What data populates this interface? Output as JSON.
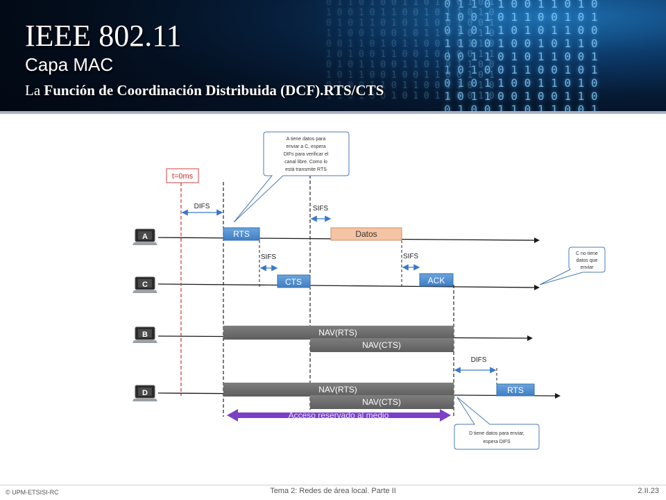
{
  "header": {
    "title": "IEEE 802.11",
    "subtitle": "Capa MAC",
    "section_prefix": "La",
    "section_bold": "Función de Coordinación Distribuida (DCF).RTS/CTS"
  },
  "diagram": {
    "stations": [
      {
        "label": "A"
      },
      {
        "label": "C"
      },
      {
        "label": "B"
      },
      {
        "label": "D"
      }
    ],
    "t0_label": "t=0ms",
    "frames": {
      "rts_a": "RTS",
      "datos": "Datos",
      "cts": "CTS",
      "ack": "ACK",
      "nav_rts_b": "NAV(RTS)",
      "nav_cts_b": "NAV(CTS)",
      "nav_rts_d": "NAV(RTS)",
      "nav_cts_d": "NAV(CTS)",
      "rts_d": "RTS"
    },
    "intervals": {
      "difs_a": "DIFS",
      "sifs_a": "SIFS",
      "sifs_c1": "SIFS",
      "sifs_c2": "SIFS",
      "difs_d": "DIFS"
    },
    "access_label": "Acceso reservado al medio",
    "callouts": {
      "a_lines": [
        "A tiene datos para",
        "enviar a C, espera",
        "DIFs para verificar el",
        "canal libre. Como lo",
        "está transmite RTS"
      ],
      "c_lines": [
        "C no tiene",
        "datos que",
        "enviar"
      ],
      "d_lines": [
        "D tiene datos para enviar,",
        "espera DIFS"
      ]
    },
    "colors": {
      "rts_cts": "#4f8fd0",
      "datos": "#f5c4a2",
      "nav": "#707070",
      "access_arrow": "#7b3fc8",
      "t0_line": "#e03b3b",
      "callout_border": "#4a7ab8"
    }
  },
  "footer": {
    "copyright": "© UPM-ETSISI-RC",
    "center": "Tema 2: Redes de área local. Parte II",
    "page": "2.II.23"
  }
}
